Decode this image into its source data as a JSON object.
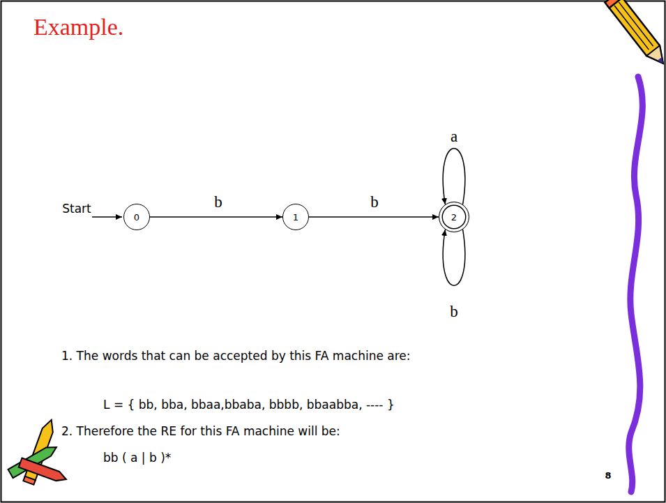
{
  "diagram": {
    "title": "Example.",
    "nodes": [
      {
        "text": [
          "0"
        ]
      },
      {
        "text": [
          "1"
        ]
      },
      {
        "text": [
          "2"
        ]
      }
    ],
    "edges": [
      {
        "from": 0,
        "to": 1,
        "label": "b",
        "arrow": "to"
      },
      {
        "from": 1,
        "to": 2,
        "label": "b",
        "arrow": "to"
      },
      {
        "from": 2,
        "to": 2,
        "label": "a",
        "arrow": "to"
      },
      {
        "from": 2,
        "to": 2,
        "label": "b",
        "arrow": "to"
      }
    ],
    "labels": [
      "Start",
      "1. The words that can be accepted by this FA machine are:",
      "L = { bb, bba, bbaa,bbaba, bbbb, bbaabba, ---- }",
      "2. Therefore the RE for this FA machine will be:",
      "bb ( a | b )*",
      "8"
    ]
  }
}
